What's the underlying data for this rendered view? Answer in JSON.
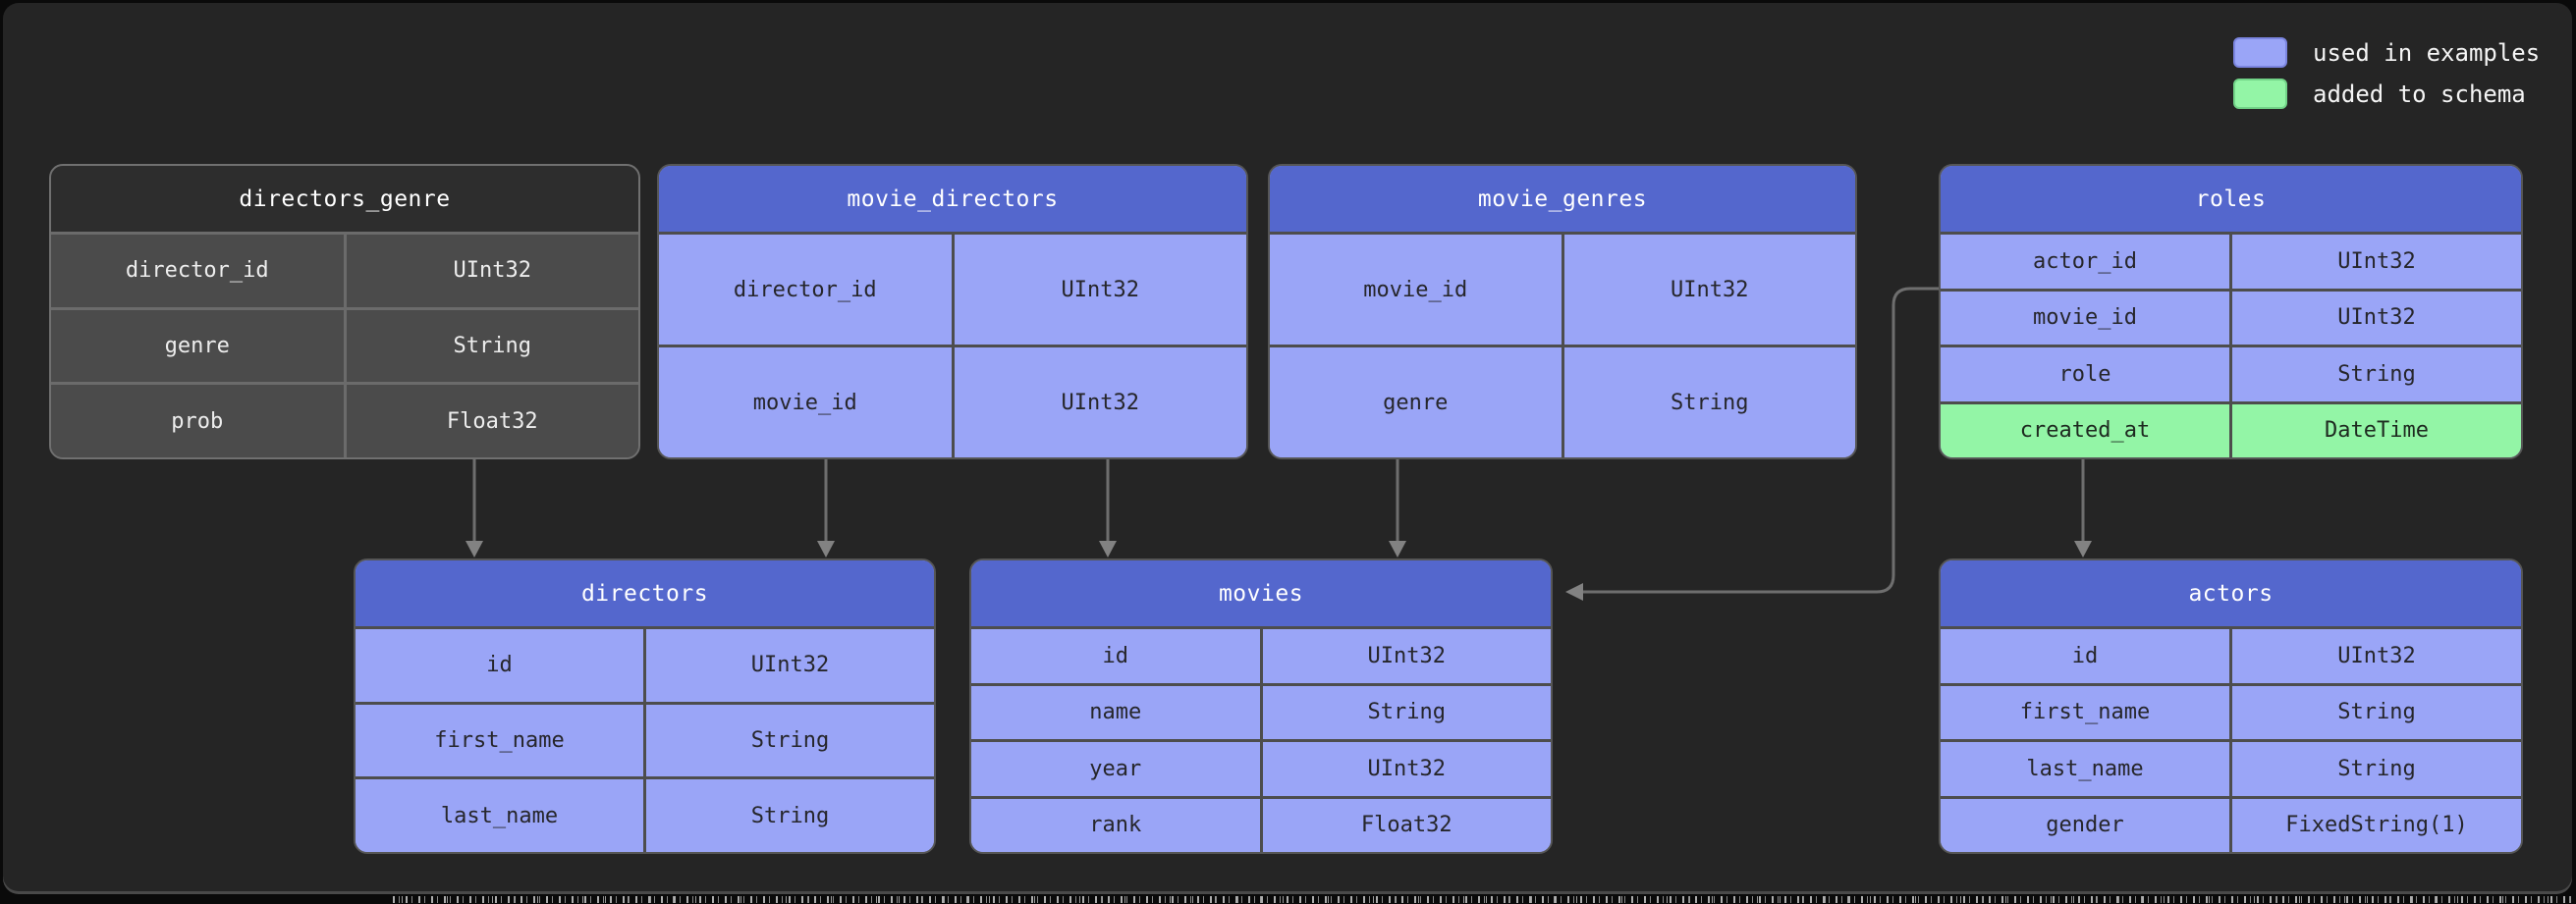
{
  "legend": {
    "items": [
      {
        "label": "used in examples",
        "color": "#9aa5f7"
      },
      {
        "label": "added to schema",
        "color": "#93f5a6"
      }
    ]
  },
  "colors": {
    "table_header_blue": "#5467cd",
    "row_blue": "#9aa5f7",
    "row_green": "#93f5a6",
    "table_header_muted": "#2d2d2d",
    "row_muted": "#4b4b4b",
    "canvas_background": "#252525",
    "connector_gray": "#6e6e6e"
  },
  "tables": [
    {
      "name": "directors_genre",
      "title": "directors_genre",
      "variant": "muted",
      "columns": [
        {
          "field": "director_id",
          "type": "UInt32"
        },
        {
          "field": "genre",
          "type": "String"
        },
        {
          "field": "prob",
          "type": "Float32"
        }
      ]
    },
    {
      "name": "movie_directors",
      "title": "movie_directors",
      "variant": "blue",
      "columns": [
        {
          "field": "director_id",
          "type": "UInt32"
        },
        {
          "field": "movie_id",
          "type": "UInt32"
        }
      ]
    },
    {
      "name": "movie_genres",
      "title": "movie_genres",
      "variant": "blue",
      "columns": [
        {
          "field": "movie_id",
          "type": "UInt32"
        },
        {
          "field": "genre",
          "type": "String"
        }
      ]
    },
    {
      "name": "roles",
      "title": "roles",
      "variant": "blue",
      "columns": [
        {
          "field": "actor_id",
          "type": "UInt32"
        },
        {
          "field": "movie_id",
          "type": "UInt32"
        },
        {
          "field": "role",
          "type": "String"
        },
        {
          "field": "created_at",
          "type": "DateTime",
          "highlight": "green"
        }
      ]
    },
    {
      "name": "directors",
      "title": "directors",
      "variant": "blue",
      "columns": [
        {
          "field": "id",
          "type": "UInt32"
        },
        {
          "field": "first_name",
          "type": "String"
        },
        {
          "field": "last_name",
          "type": "String"
        }
      ]
    },
    {
      "name": "movies",
      "title": "movies",
      "variant": "blue",
      "columns": [
        {
          "field": "id",
          "type": "UInt32"
        },
        {
          "field": "name",
          "type": "String"
        },
        {
          "field": "year",
          "type": "UInt32"
        },
        {
          "field": "rank",
          "type": "Float32"
        }
      ]
    },
    {
      "name": "actors",
      "title": "actors",
      "variant": "blue",
      "columns": [
        {
          "field": "id",
          "type": "UInt32"
        },
        {
          "field": "first_name",
          "type": "String"
        },
        {
          "field": "last_name",
          "type": "String"
        },
        {
          "field": "gender",
          "type": "FixedString(1)"
        }
      ]
    }
  ],
  "edges": [
    {
      "from": "directors_genre",
      "to": "directors"
    },
    {
      "from": "movie_directors",
      "to": "directors"
    },
    {
      "from": "movie_directors",
      "to": "movies"
    },
    {
      "from": "movie_genres",
      "to": "movies"
    },
    {
      "from": "roles",
      "to": "movies"
    },
    {
      "from": "roles",
      "to": "actors"
    }
  ]
}
